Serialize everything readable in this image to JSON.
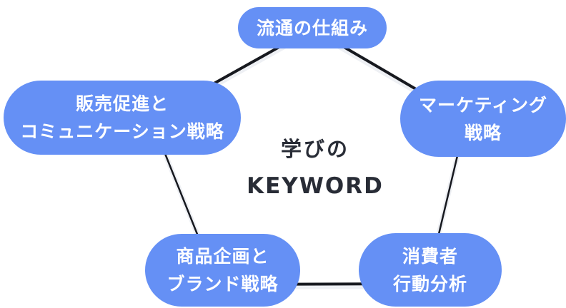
{
  "center": {
    "line1": "学びの",
    "line2": "KEYWORD"
  },
  "nodes": [
    {
      "id": "distribution",
      "lines": [
        "流通の仕組み"
      ]
    },
    {
      "id": "marketing",
      "lines": [
        "マーケティング",
        "戦略"
      ]
    },
    {
      "id": "consumer",
      "lines": [
        "消費者",
        "行動分析"
      ]
    },
    {
      "id": "product",
      "lines": [
        "商品企画と",
        "ブランド戦略"
      ]
    },
    {
      "id": "promotion",
      "lines": [
        "販売促進と",
        "コミュニケーション戦略"
      ]
    }
  ],
  "colors": {
    "node_fill": "#6590F5",
    "node_text": "#FFFFFF",
    "center_text": "#282C36",
    "edge_dark": "#17191F",
    "edge_light": "#EEF0F4"
  }
}
